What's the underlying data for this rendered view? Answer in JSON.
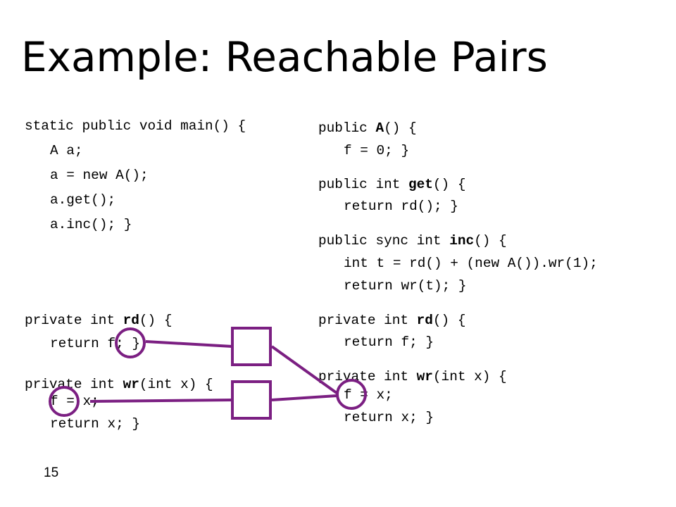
{
  "slide": {
    "title": "Example: Reachable Pairs",
    "page_number": "15"
  },
  "code": {
    "main": {
      "l1": "static public void main() {",
      "l2": "A a;",
      "l3": "a = new A();",
      "l4": "a.get();",
      "l5": "a.inc(); }"
    },
    "ctor": {
      "kw": "public ",
      "name": "A",
      "rest": "() {",
      "l2": "f = 0; }"
    },
    "get": {
      "kw": "public int ",
      "name": "get",
      "rest": "() {",
      "l2": "return rd(); }"
    },
    "inc": {
      "kw": "public sync int ",
      "name": "inc",
      "rest": "() {",
      "l2": "int t = rd() + (new A()).wr(1);",
      "l3": "return wr(t); }"
    },
    "rd_left": {
      "kw": "private int ",
      "name": "rd",
      "rest": "() {",
      "l2": "return f; }"
    },
    "wr_left": {
      "kw": "private int ",
      "name": "wr",
      "rest": "(int x) {",
      "l2": "f = x;",
      "l3": "return x; }"
    },
    "rd_right": {
      "kw": "private int ",
      "name": "rd",
      "rest": "() {",
      "l2": "return f; }"
    },
    "wr_right": {
      "kw": "private int ",
      "name": "wr",
      "rest": "(int x) {",
      "l2": "f = x;",
      "l3": "return x; }"
    }
  },
  "annotation_color": "#7b1f82"
}
